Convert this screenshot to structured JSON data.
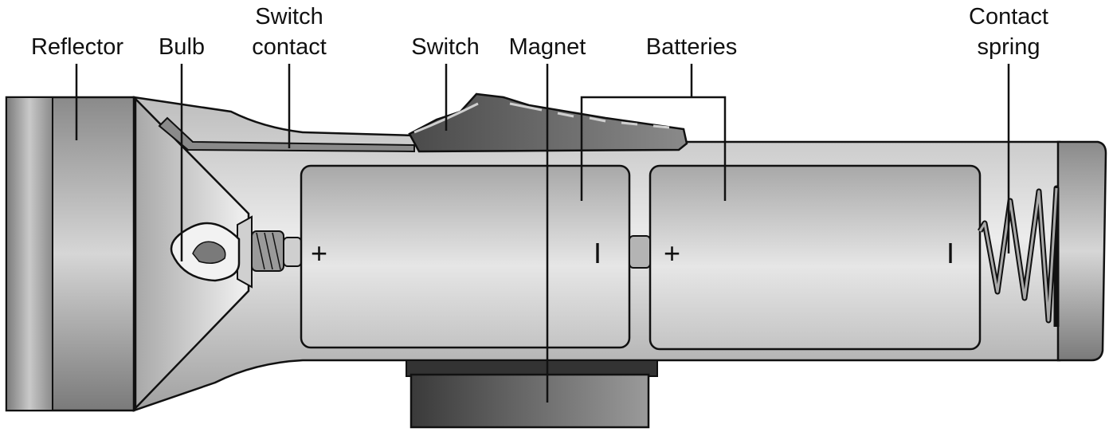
{
  "labels": {
    "reflector": "Reflector",
    "bulb": "Bulb",
    "switch_contact_line1": "Switch",
    "switch_contact_line2": "contact",
    "switch": "Switch",
    "magnet": "Magnet",
    "batteries": "Batteries",
    "contact_spring_line1": "Contact",
    "contact_spring_line2": "spring"
  },
  "battery_symbols": {
    "positive": "+",
    "negative": "I"
  },
  "colors": {
    "outline": "#111111",
    "body_light": "#e4e4e4",
    "body_mid": "#c8c8c8",
    "body_dark": "#8a8a8a",
    "magnet_dark": "#444444",
    "switch_dark": "#555555"
  }
}
